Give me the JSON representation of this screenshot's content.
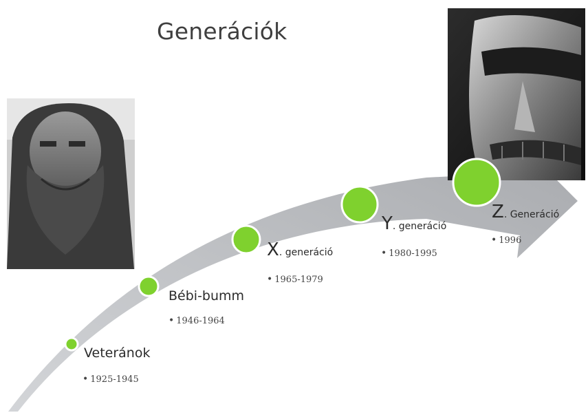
{
  "title": "Generációk",
  "colors": {
    "arrow": "#b7b9bc",
    "node_fill": "#7fd12e",
    "node_stroke": "#ffffff",
    "title": "#3f3f3f"
  },
  "images": {
    "left_photo": "bearded-man-photo",
    "right_photo": "metal-mask-face-photo"
  },
  "generations": [
    {
      "label_main": "Veteránok",
      "label_suffix": "",
      "years": "1925-1945"
    },
    {
      "label_main": "Bébi-bumm",
      "label_suffix": "",
      "years": "1946-1964"
    },
    {
      "label_main": "X",
      "label_suffix": ". generáció",
      "years": "1965-1979"
    },
    {
      "label_main": "Y",
      "label_suffix": ". generáció",
      "years": "1980-1995"
    },
    {
      "label_main": "Z",
      "label_suffix": ". Generáció",
      "years": "1996"
    }
  ]
}
